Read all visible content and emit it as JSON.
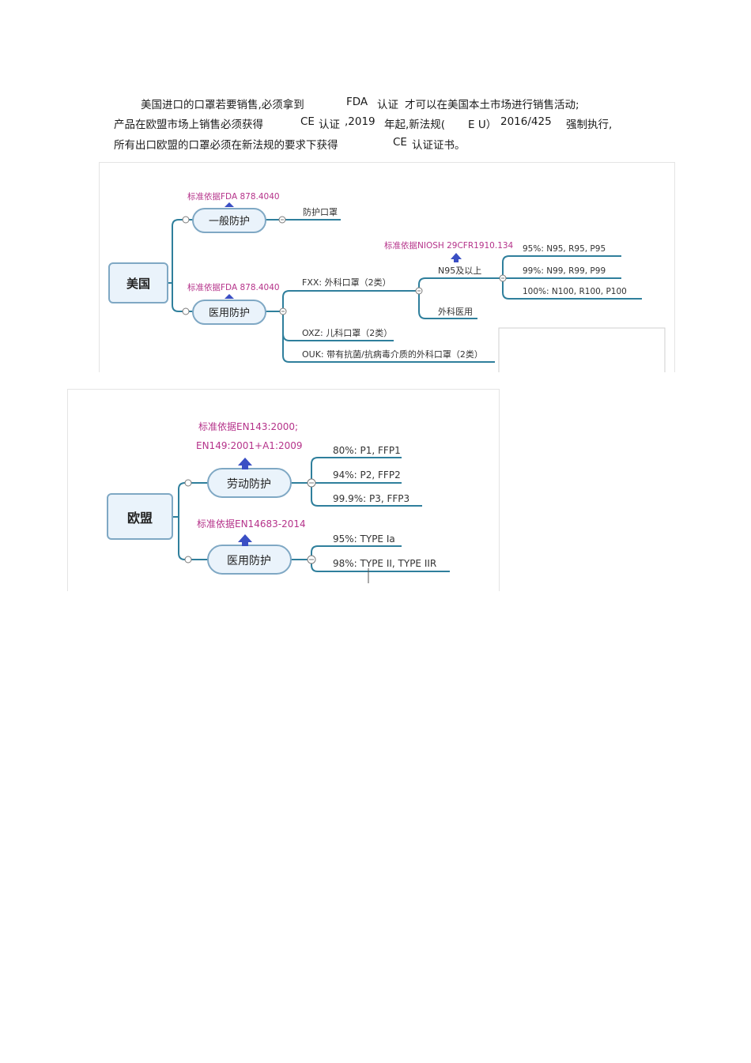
{
  "intro": {
    "line1": [
      "美国进口的口罩若要销售,必须拿到",
      "FDA",
      "认证",
      "才可以在美国本土市场进行销售活动;"
    ],
    "line2": [
      "产品在欧盟市场上销售必须获得",
      "CE",
      "认证",
      ",2019",
      "年起,新法规(",
      "E U）",
      "2016/425",
      "强制执行,"
    ],
    "line3": [
      "所有出口欧盟的口罩必须在新法规的要求下获得",
      "CE",
      "认证证书。"
    ]
  },
  "us_map": {
    "root": "美国",
    "general": {
      "label": "一般防护",
      "standard": "标准依据FDA 878.4040",
      "child": "防护口罩"
    },
    "medical": {
      "label": "医用防护",
      "standard": "标准依据FDA 878.4040",
      "fxx": "FXX:  外科口罩（2类）",
      "n95": "N95及以上",
      "niosh": "标准依据NIOSH 29CFR1910.134",
      "grades": [
        "95%:  N95, R95, P95",
        "99%:  N99, R99, P99",
        "100%:  N100, R100, P100"
      ],
      "surgical": "外科医用",
      "oxz": "OXZ:  儿科口罩（2类）",
      "ouk": "OUK:  带有抗菌/抗病毒介质的外科口罩（2类）"
    }
  },
  "eu_map": {
    "root": "欧盟",
    "labor": {
      "label": "劳动防护",
      "standard1": "标准依据EN143:2000;",
      "standard2": "EN149:2001+A1:2009",
      "grades": [
        "80%:  P1, FFP1",
        "94%:  P2, FFP2",
        "99.9%:  P3, FFP3"
      ]
    },
    "medical": {
      "label": "医用防护",
      "standard": "标准依据EN14683-2014",
      "grades": [
        "95%:  TYPE Ia",
        "98%:  TYPE II, TYPE IIR"
      ]
    }
  },
  "colors": {
    "line": "#2f7f9c",
    "node_fill": "#eaf3fb",
    "node_stroke": "#7fa8c4",
    "standard_text": "#b5338a",
    "arrow": "#3a4fc4"
  }
}
